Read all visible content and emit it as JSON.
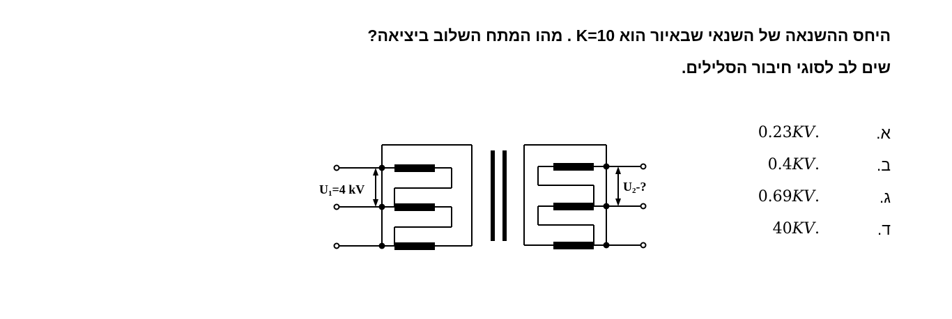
{
  "question": {
    "line1": "היחס ההשנאה של השנאי שבאיור הוא K=10  . מהו המתח השלוב ביציאה?",
    "line2": "שים לב לסוגי חיבור הסלילים."
  },
  "options": [
    {
      "letter": "א.",
      "num": ".0.23",
      "unit": "KV"
    },
    {
      "letter": "ב.",
      "num": ".0.4",
      "unit": "KV"
    },
    {
      "letter": "ג.",
      "num": ".0.69",
      "unit": "KV"
    },
    {
      "letter": "ד.",
      "num": ".40",
      "unit": "KV"
    }
  ],
  "diagram": {
    "u1_main": "U",
    "u1_sub": "1",
    "u1_rest": "=4 kV",
    "u2_main": "U",
    "u2_sub": "2",
    "u2_rest": "-?"
  }
}
